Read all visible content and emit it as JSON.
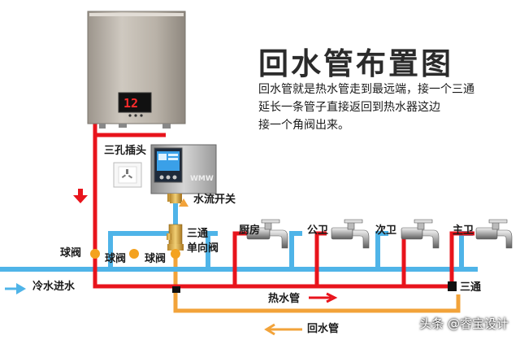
{
  "title": "回水管布置图",
  "description": [
    "回水管就是热水管走到最远端，接一个三通",
    "延长一条管子直接返回到热水器这边",
    "接一个角阀出来。"
  ],
  "labels": {
    "socket": "三孔插头",
    "flow_switch": "水流开关",
    "tee_left": "三通",
    "check_valve": "单向阀",
    "ball_valve_1": "球阀",
    "ball_valve_2": "球阀",
    "ball_valve_3": "球阀",
    "cold_in": "冷水进水",
    "kitchen": "厨房",
    "bathroom_public": "公卫",
    "bathroom_second": "次卫",
    "bathroom_master": "主卫",
    "tee_right": "三通",
    "hot_pipe": "热水管",
    "return_pipe": "回水管"
  },
  "heater_display": "12",
  "pump_brand": "WMW",
  "watermark": "头条 @睿宝设计",
  "colors": {
    "hot": "#e8141c",
    "cold": "#4fb4e8",
    "return": "#f2a33a",
    "valve": "#f4a21f"
  }
}
